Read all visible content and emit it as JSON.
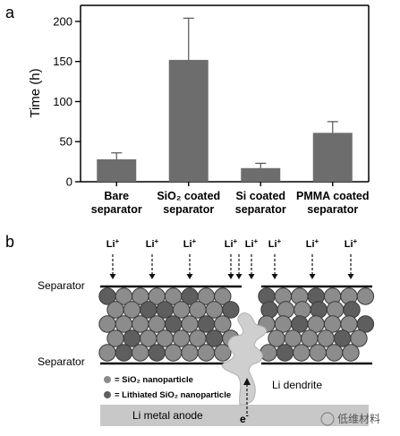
{
  "panel_a": {
    "letter": "a"
  },
  "panel_b": {
    "letter": "b"
  },
  "chart_data": {
    "type": "bar",
    "categories": [
      [
        "Bare",
        "separator"
      ],
      [
        "SiO₂ coated",
        "separator"
      ],
      [
        "Si coated",
        "separator"
      ],
      [
        "PMMA coated",
        "separator"
      ]
    ],
    "values": [
      28,
      152,
      17,
      61
    ],
    "error_plus": [
      8,
      52,
      6,
      14
    ],
    "title": "",
    "xlabel": "",
    "ylabel": "Time (h)",
    "ylim": [
      0,
      220
    ],
    "yticks": [
      0,
      50,
      100,
      150,
      200
    ],
    "grid": false,
    "bar_color": "#6d6d6d"
  },
  "diagram": {
    "separator_top_label": "Separator",
    "separator_bottom_label": "Separator",
    "ion_label": "Li",
    "ion_charge": "+",
    "dendrite_label": "Li dendrite",
    "anode_label": "Li metal anode",
    "electron_label": "e",
    "electron_charge": "-",
    "legend": [
      {
        "text": "= SiO₂ nanoparticle",
        "color": "#8a8a8a"
      },
      {
        "text": "= Lithiated SiO₂ nanoparticle",
        "color": "#5e5e5e"
      }
    ],
    "watermark": "低维材料"
  }
}
